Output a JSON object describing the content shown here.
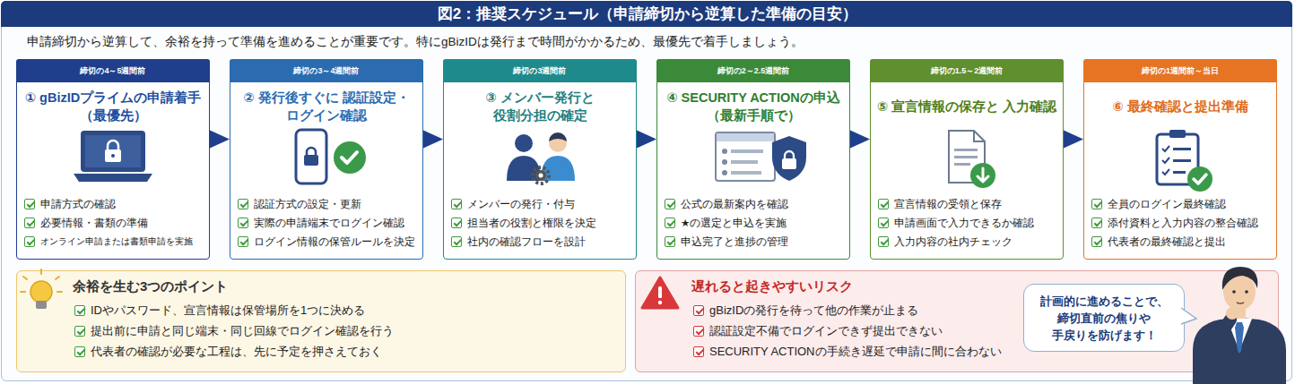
{
  "diagram": {
    "title": "図2：推奨スケジュール（申請締切から逆算した準備の目安）",
    "nodes": [
      {
        "text": [
          "締切の4～5週間前",
          "① gBizIDプライムの申請着手 （最優先）",
          "申請方式の確認",
          "必要情報・書類の準備",
          "オンライン申請または書類申請を実施"
        ]
      },
      {
        "text": [
          "締切の3～4週間前",
          "② 発行後すぐに 認証設定・ログイン確認",
          "認証方式の設定・更新",
          "実際の申請端末でログイン確認",
          "ログイン情報の保管ルールを決定"
        ]
      },
      {
        "text": [
          "締切の3週間前",
          "③ メンバー発行と 役割分担の確定",
          "メンバーの発行・付与",
          "担当者の役割と権限を決定",
          "社内の確認フローを設計"
        ]
      },
      {
        "text": [
          "締切の2～2.5週間前",
          "④ SECURITY ACTIONの申込 （最新手順で）",
          "公式の最新案内を確認",
          "★の選定と申込を実施",
          "申込完了と進捗の管理"
        ]
      },
      {
        "text": [
          "締切の1.5～2週間前",
          "⑤ 宣言情報の保存と 入力確認",
          "宣言情報の受領と保存",
          "申請画面で入力できるか確認",
          "入力内容の社内チェック"
        ]
      },
      {
        "text": [
          "締切の1週間前～当日",
          "⑥ 最終確認と提出準備",
          "全員のログイン最終確認",
          "添付資料と入力内容の整合確認",
          "代表者の最終確認と提出"
        ]
      },
      {
        "text": [
          "余裕を生む3つのポイント",
          "IDやパスワード、宣言情報は保管場所を1つに決める",
          "提出前に申請と同じ端末・同じ回線でログイン確認を行う",
          "代表者の確認が必要な工程は、先に予定を押さえておく"
        ]
      },
      {
        "text": [
          "遅れると起きやすいリスク",
          "gBizIDの発行を待って他の作業が止まる",
          "認証設定不備でログインできず提出できない",
          "SECURITY ACTIONの手続き遅延で申請に間に合わない"
        ]
      },
      {
        "text": [
          "計画的に進めることで、 締切直前の焦りや 手戻りを防げます！"
        ],
        "in": 7
      }
    ],
    "edges": [
      {
        "from": 0,
        "to": 1,
        "arrow": "to"
      },
      {
        "from": 1,
        "to": 2,
        "arrow": "to"
      },
      {
        "from": 2,
        "to": 3,
        "arrow": "to"
      },
      {
        "from": 3,
        "to": 4,
        "arrow": "to"
      },
      {
        "from": 4,
        "to": 5,
        "arrow": "to"
      }
    ],
    "labels": [
      "申請締切から逆算して、余裕を持って準備を進めることが重要です。特にgBizIDは発行まで時間がかかるため、最優先で着手しましょう。"
    ]
  }
}
